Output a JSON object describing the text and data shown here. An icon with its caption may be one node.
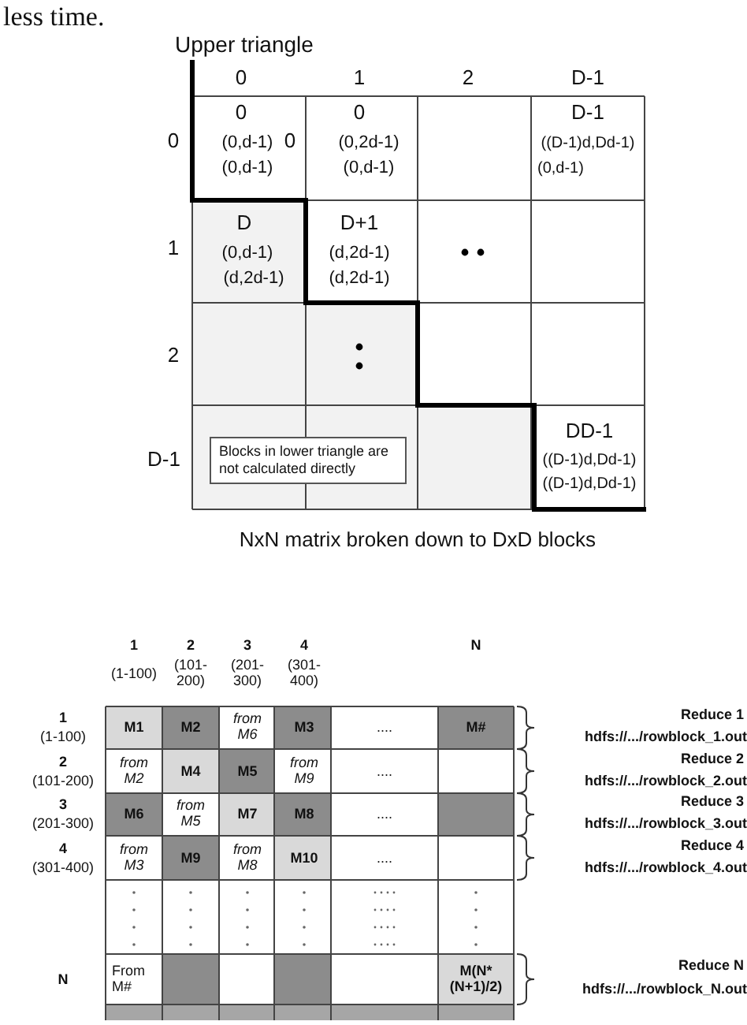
{
  "diagram": {
    "nodes": [
      {
        "text": [
          "Blocks in lower triangle are not calculated directly"
        ]
      }
    ],
    "caption": "NxN matrix broken down to DxD blocks",
    "labels": [
      "less time.",
      "Upper triangle",
      "0",
      "1",
      "2",
      "D-1",
      "0",
      "0",
      "(0,d-1)",
      "0",
      "(0,d-1)",
      "0",
      "(0,2d-1)",
      "(0,d-1)",
      "D-1",
      "((D-1)d,Dd-1)",
      "(0,d-1)",
      "1",
      "D",
      "(0,d-1)",
      "(d,2d-1)",
      "D+1",
      "(d,2d-1)",
      "(d,2d-1)",
      "2",
      "D-1",
      "DD-1",
      "((D-1)d,Dd-1)",
      "((D-1)d,Dd-1)",
      "1",
      "(1-100)",
      "2",
      "(101-200)",
      "3",
      "(201-300)",
      "4",
      "(301-400)",
      "N",
      "1",
      "(1-100)",
      "M1",
      "M2",
      "from M6",
      "M3",
      "....",
      "M#",
      "Reduce 1",
      "hdfs://.../rowblock_1.out",
      "2",
      "(101-200)",
      "from M2",
      "M4",
      "M5",
      "from M9",
      "....",
      "Reduce 2",
      "hdfs://.../rowblock_2.out",
      "3",
      "(201-300)",
      "M6",
      "from M5",
      "M7",
      "M8",
      "....",
      "Reduce 3",
      "hdfs://.../rowblock_3.out",
      "4",
      "(301-400)",
      "from M3",
      "M9",
      "from M8",
      "M10",
      "....",
      "Reduce 4",
      "hdfs://.../rowblock_4.out",
      "N",
      "From M#",
      "M(N* (N+1)/2)",
      "Reduce N",
      "hdfs://.../rowblock_N.out"
    ]
  }
}
